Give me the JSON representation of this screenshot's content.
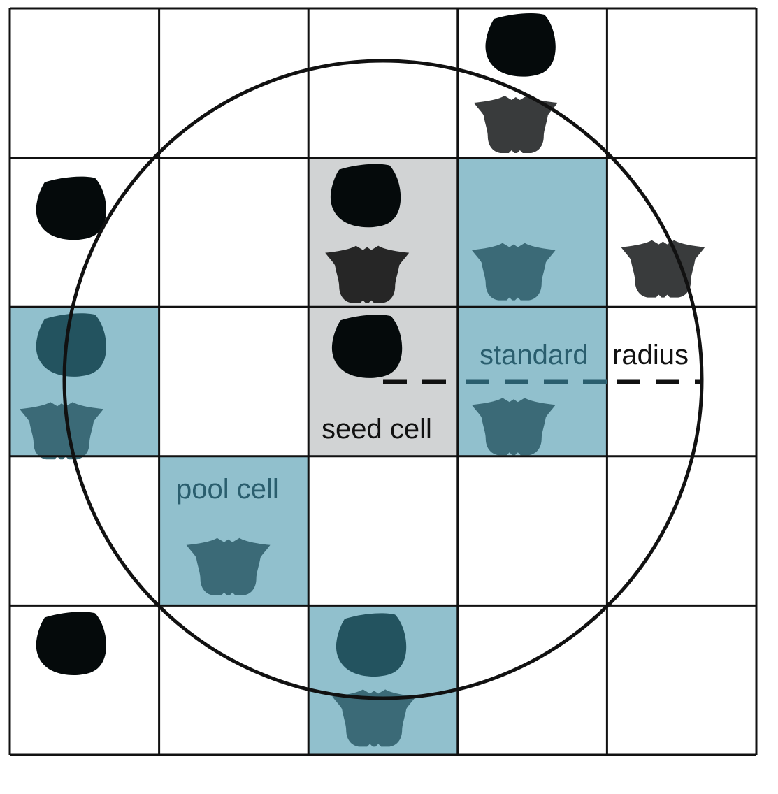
{
  "labels": {
    "standard": "standard",
    "radius": "radius",
    "seed_cell": "seed cell",
    "pool_cell": "pool cell"
  },
  "grid": {
    "rows": 5,
    "cols": 5
  },
  "cells": {
    "seed": [
      [
        1,
        2
      ],
      [
        2,
        2
      ]
    ],
    "pool": [
      [
        1,
        3
      ],
      [
        2,
        0
      ],
      [
        2,
        3
      ],
      [
        3,
        1
      ],
      [
        4,
        2
      ]
    ]
  },
  "specimens": {
    "brachiopods": [
      [
        0,
        3
      ],
      [
        1,
        0
      ],
      [
        1,
        2
      ],
      [
        2,
        0
      ],
      [
        2,
        2
      ],
      [
        4,
        0
      ],
      [
        4,
        2
      ]
    ],
    "trilobites": [
      [
        0,
        3
      ],
      [
        1,
        2
      ],
      [
        1,
        3
      ],
      [
        1,
        4
      ],
      [
        2,
        0
      ],
      [
        2,
        3
      ],
      [
        3,
        1
      ],
      [
        4,
        2
      ]
    ]
  },
  "colors": {
    "seed_fill": "#d1d3d4",
    "pool_fill": "#91c0cd",
    "grid_line": "#111111",
    "circle": "#111111",
    "brachiopod": "#050a0b",
    "trilobite": "#393b3c",
    "teal_text": "#2a5e6e",
    "overlay_dark": "#23535f",
    "overlay_trilobite": "#3b6a77"
  }
}
